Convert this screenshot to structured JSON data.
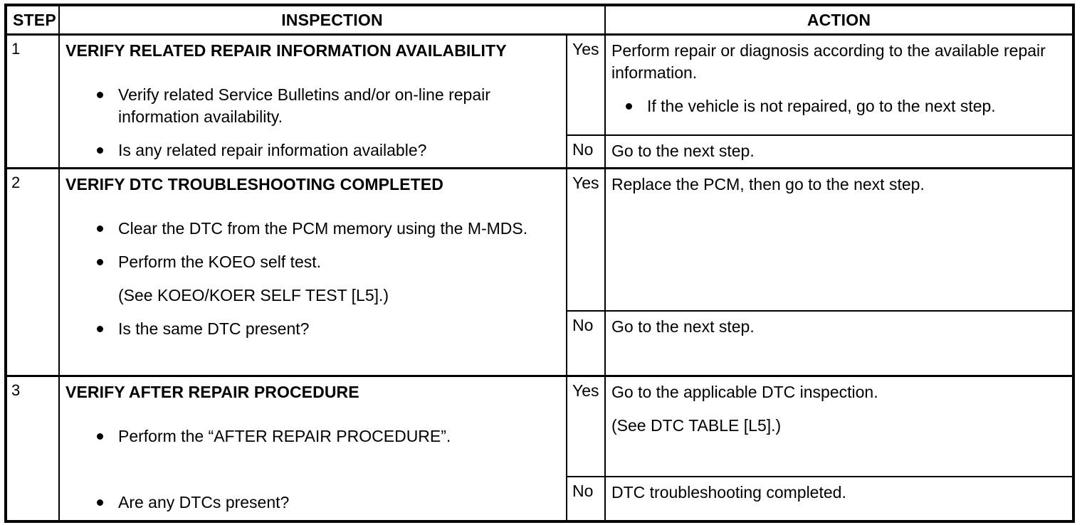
{
  "table": {
    "headers": {
      "step": "STEP",
      "inspection": "INSPECTION",
      "action": "ACTION"
    },
    "rows": [
      {
        "step": "1",
        "inspection": {
          "title": "VERIFY RELATED REPAIR INFORMATION AVAILABILITY",
          "bullets": [
            "Verify related Service Bulletins and/or on-line repair information availability.",
            "Is any related repair information available?"
          ]
        },
        "yes": {
          "label": "Yes",
          "text": "Perform repair or diagnosis according to the available repair information.",
          "bullets": [
            "If the vehicle is not repaired, go to the next step."
          ]
        },
        "no": {
          "label": "No",
          "text": "Go to the next step."
        }
      },
      {
        "step": "2",
        "inspection": {
          "title": "VERIFY DTC TROUBLESHOOTING COMPLETED",
          "bullets": [
            "Clear the DTC from the PCM memory using the M-MDS.",
            "Perform the KOEO self test."
          ],
          "note": "(See KOEO/KOER SELF TEST [L5].)",
          "final_bullet": "Is the same DTC present?"
        },
        "yes": {
          "label": "Yes",
          "text": "Replace the PCM, then go to the next step."
        },
        "no": {
          "label": "No",
          "text": "Go to the next step."
        }
      },
      {
        "step": "3",
        "inspection": {
          "title": "VERIFY AFTER REPAIR PROCEDURE",
          "bullets": [
            "Perform the “AFTER REPAIR PROCEDURE”."
          ],
          "final_bullet": "Are any DTCs present?"
        },
        "yes": {
          "label": "Yes",
          "text": "Go to the applicable DTC inspection.",
          "note": "(See DTC TABLE [L5].)"
        },
        "no": {
          "label": "No",
          "text": "DTC troubleshooting completed."
        }
      }
    ]
  },
  "colors": {
    "border": "#000000",
    "background": "#ffffff",
    "text": "#000000"
  }
}
